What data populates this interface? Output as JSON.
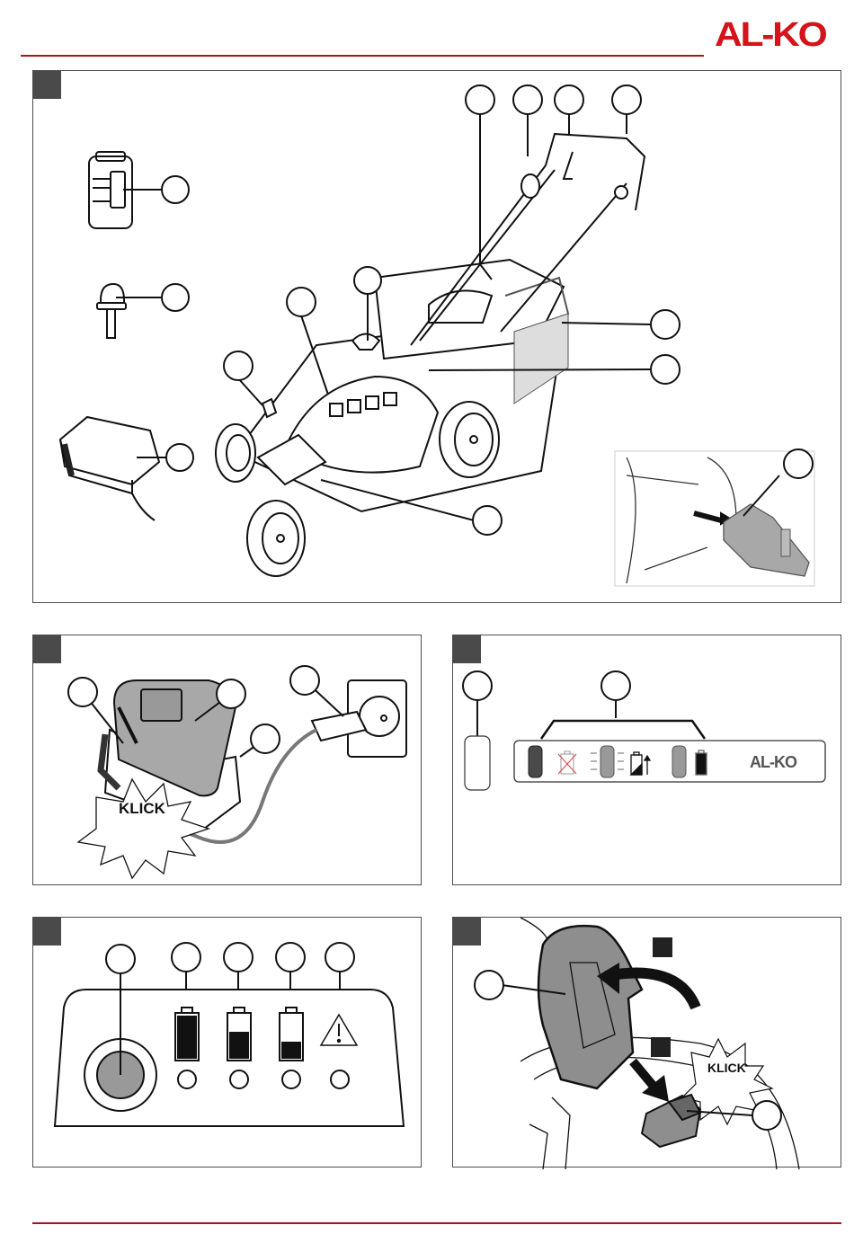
{
  "header": {
    "brand_logo": "AL-KO",
    "brand_color": "#d6121b",
    "rule_color": "#a4161f"
  },
  "figures": [
    {
      "id": "fig-1",
      "description": "Lawnmower overview with components",
      "callouts_count": 14,
      "components": [
        "battery",
        "safety-key",
        "charger",
        "mower",
        "inset-mulch-plug"
      ]
    },
    {
      "id": "fig-2",
      "description": "Insert battery into charger and plug into wall socket",
      "callouts_count": 4,
      "klick_label": "KLICK"
    },
    {
      "id": "fig-3",
      "description": "Charger LED status panel",
      "callouts_count": 2,
      "panel_logo": "AL-KO",
      "states": [
        {
          "led": "dark",
          "battery": "crossed-out"
        },
        {
          "led": "blinking-gray",
          "battery": "charging"
        },
        {
          "led": "gray",
          "battery": "full"
        }
      ]
    },
    {
      "id": "fig-4",
      "description": "Battery charge indicator panel",
      "callouts_count": 5,
      "levels": [
        {
          "name": "full",
          "fill": 1.0
        },
        {
          "name": "medium",
          "fill": 0.6
        },
        {
          "name": "low",
          "fill": 0.3
        },
        {
          "name": "warning",
          "symbol": "!"
        }
      ]
    },
    {
      "id": "fig-5",
      "description": "Open cover and insert battery into mower",
      "callouts_count": 2,
      "klick_label": "KLICK"
    }
  ]
}
